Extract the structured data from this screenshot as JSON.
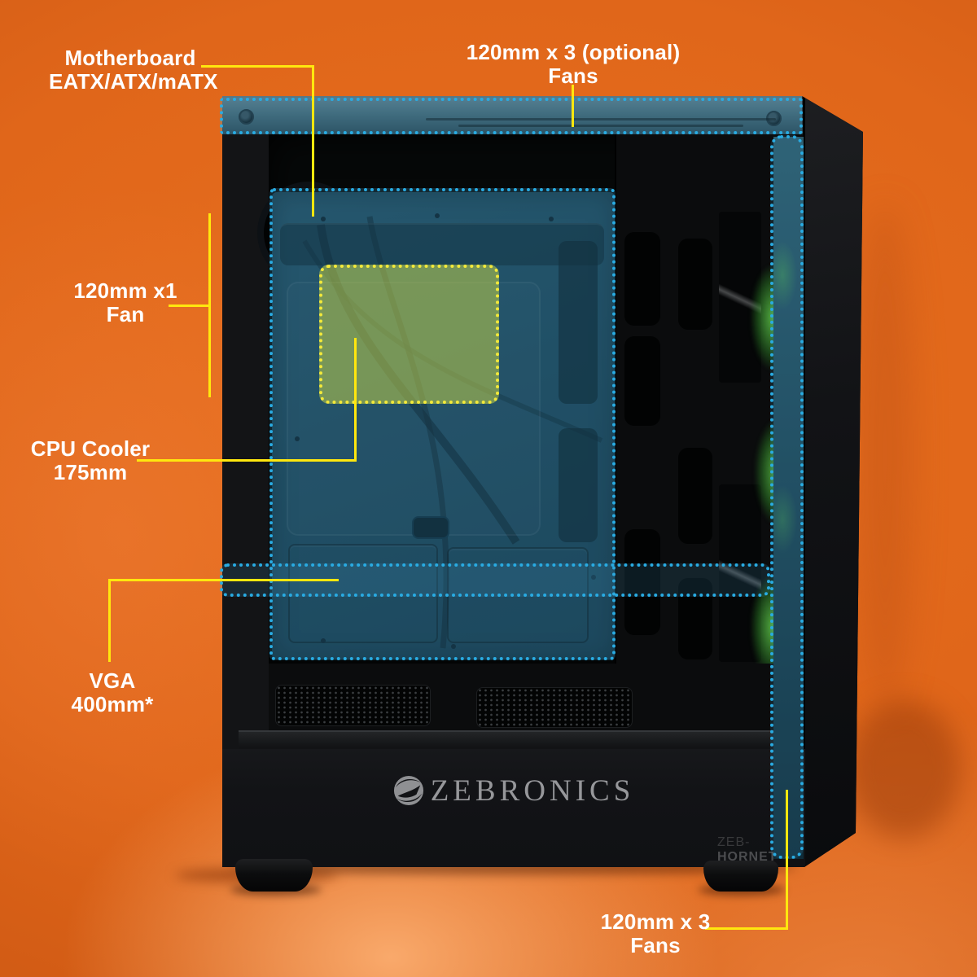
{
  "brand": {
    "logo_text": "ZEBRONICS",
    "model_prefix": "ZEB-",
    "model_name": "HORNET"
  },
  "colors": {
    "background_orange": "#e2691e",
    "highlight_blue": "#29abe2",
    "highlight_yellow": "#f3e93a",
    "callout_line_yellow": "#ffe70e",
    "label_text": "#ffffff",
    "rgb_glow_green": "#4cb944"
  },
  "callouts": {
    "motherboard": {
      "line1": "Motherboard",
      "line2": "EATX/ATX/mATX"
    },
    "top_fans": {
      "line1": "120mm x 3 (optional)",
      "line2": "Fans"
    },
    "rear_fan": {
      "line1": "120mm x1",
      "line2": "Fan"
    },
    "cpu_cooler": {
      "line1": "CPU Cooler",
      "line2": "175mm"
    },
    "vga": {
      "line1": "VGA",
      "line2": "400mm*"
    },
    "front_fans": {
      "line1": "120mm x 3",
      "line2": "Fans"
    }
  }
}
